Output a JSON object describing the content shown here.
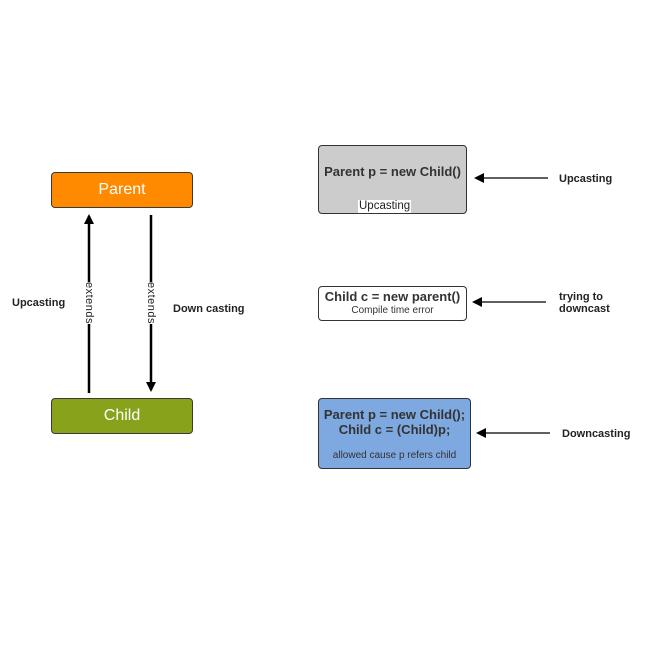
{
  "colors": {
    "parent_fill": "#ff8a00",
    "child_fill": "#88a21c",
    "upcast_box_fill": "#cccccc",
    "downcast_box_fill": "#7ea8e0"
  },
  "hierarchy": {
    "parent_label": "Parent",
    "child_label": "Child",
    "up_edge_label": "extends",
    "down_edge_label": "extends",
    "left_label": "Upcasting",
    "right_label": "Down casting"
  },
  "examples": {
    "upcast": {
      "code": "Parent p = new Child()",
      "inner_label": "Upcasting",
      "side_label": "Upcasting"
    },
    "invalid": {
      "code": "Child c = new parent()",
      "note": "Compile time error",
      "side_label_line1": "trying to",
      "side_label_line2": "downcast"
    },
    "downcast": {
      "code_line1": "Parent p = new Child();",
      "code_line2": "Child c = (Child)p;",
      "note": "allowed cause p refers child",
      "side_label": "Downcasting"
    }
  }
}
